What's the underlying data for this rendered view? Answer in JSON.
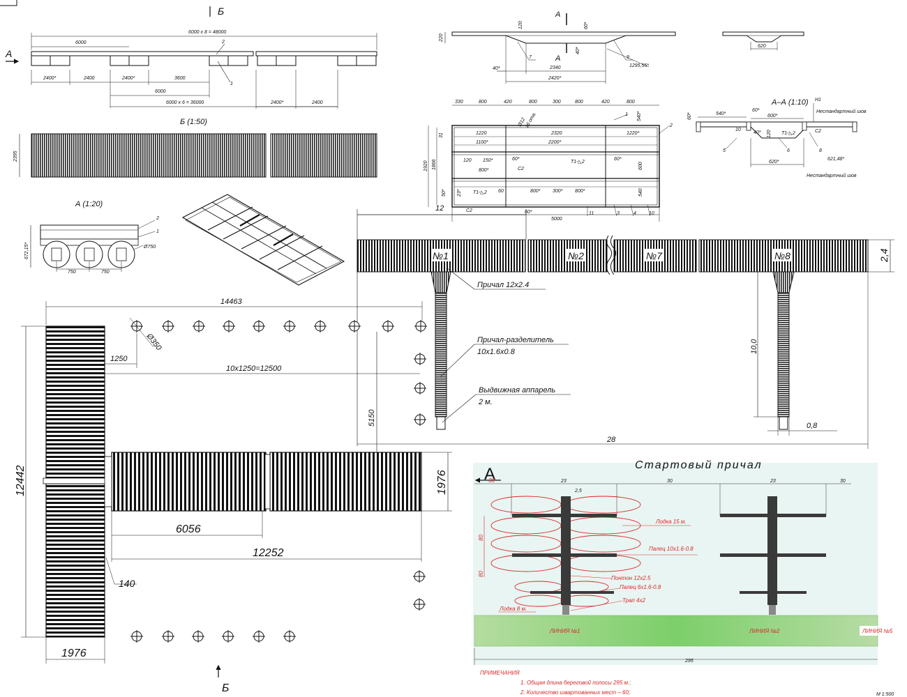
{
  "top_elevation": {
    "marker_b": "Б",
    "marker_a": "А",
    "total": "6000 x 8 = 48000",
    "span": "6000",
    "leader_2": "2",
    "leader_1": "1",
    "dims_row1": [
      "2400*",
      "2400",
      "2400*",
      "3600"
    ],
    "dim_6000b": "6000",
    "dim_36000": "6000 x 6 = 36000",
    "dims_row_right": [
      "2400*",
      "2400"
    ]
  },
  "view_b": {
    "title": "Б (1:50)",
    "height": "2395"
  },
  "view_a": {
    "title": "А (1:20)",
    "leader_2": "2",
    "leader_1": "1",
    "height": "672,15*",
    "diam": "Ø750",
    "spacing": [
      "750",
      "750"
    ]
  },
  "frame_side": {
    "height": "220",
    "marker_a": "А",
    "dims": [
      "120",
      "60*",
      "40*"
    ],
    "leaders": [
      "7",
      "9"
    ],
    "bottom": [
      "40*",
      "2340",
      "2420*",
      "1295,55*"
    ]
  },
  "small_section": {
    "width": "620"
  },
  "frame_plan": {
    "top_dims": [
      "330",
      "800",
      "420",
      "800",
      "300",
      "800",
      "420",
      "800"
    ],
    "dim_540": "540*",
    "leader_1": "1",
    "leader_2": "2",
    "hole": "Ø12",
    "holes": "16 отв.",
    "row1": [
      "1220",
      "2320",
      "1220*"
    ],
    "row2": [
      "1100*",
      "2200*"
    ],
    "left_dims": [
      "31",
      "1920",
      "1866",
      "50*",
      "23*"
    ],
    "right_dims": [
      "600",
      "540"
    ],
    "mid_dims": [
      "120",
      "150*",
      "800*",
      "60*",
      "60*"
    ],
    "welds": [
      "Т1-◺2",
      "Т1-◺2",
      "С2",
      "С2"
    ],
    "low_dims": [
      "60",
      "800*",
      "300*",
      "800*"
    ],
    "length": "5000",
    "dim_12": "12",
    "dim_60": "60*",
    "bottom_leaders": [
      "11",
      "3",
      "4",
      "10"
    ]
  },
  "section_aa": {
    "title": "А–А (1:10)",
    "label_h1": "Н1",
    "weld_nonstd": "Нестандартный шов",
    "dims_top": [
      "540*",
      "60*",
      "600*"
    ],
    "dim_60": "60*",
    "small": [
      "10",
      "40*",
      "120"
    ],
    "weld": "Т1-◺2",
    "c2": "С2",
    "leaders": [
      "5",
      "6",
      "8"
    ],
    "bottom": [
      "620*",
      "621,48*"
    ]
  },
  "pier_layout": {
    "dim_12": "12",
    "sections": [
      "№1",
      "№2",
      "№7",
      "№8"
    ],
    "width": "2,4",
    "label_pier": "Причал 12х2.4",
    "label_divider_1": "Причал-разделитель",
    "label_divider_2": "10х1.6х0.8",
    "label_ramp_1": "Выдвижная аппарель",
    "label_ramp_2": "2 м.",
    "dim_10": "10,0",
    "dim_08": "0,8",
    "dim_28": "28"
  },
  "plan_view": {
    "width_top": "14463",
    "pile_diam": "Ø350",
    "dim_1250": "1250",
    "dim_12500": "10х1250=12500",
    "dim_5150": "5150",
    "height": "12442",
    "dim_1976_right": "1976",
    "dim_6056": "6056",
    "dim_12252": "12252",
    "dim_140": "140",
    "dim_1976_bottom": "1976",
    "marker_b": "Б"
  },
  "start_pier": {
    "title": "Стартовый причал",
    "marker_a": "А",
    "top_dims": [
      "30",
      "23",
      "30",
      "23",
      "30"
    ],
    "dim_25": "2,5",
    "side_dims": [
      "80",
      "80"
    ],
    "labels": {
      "boat15": "Лодка 15 м.",
      "finger1": "Палец 10х1.6-0.8",
      "pontoon": "Понтон 12х2.5",
      "finger2": "Палец 6х1.6-0.8",
      "gangway": "Трап 4х2",
      "boat8": "Лодка 8 м."
    },
    "lines": [
      "ЛИНИЯ №1",
      "ЛИНИЯ №2",
      "ЛИНИЯ №5"
    ],
    "total": "295",
    "notes_title": "ПРИМЕЧАНИЯ",
    "note1": "1. Общая длина береговой полосы 295 м.;",
    "note2": "2. Количество швартованных мест – 60;",
    "scale": "М 1:500",
    "colors": {
      "water": "#e8f4f2",
      "shore": "#a8d88f",
      "boat": "#d62a2a"
    }
  }
}
